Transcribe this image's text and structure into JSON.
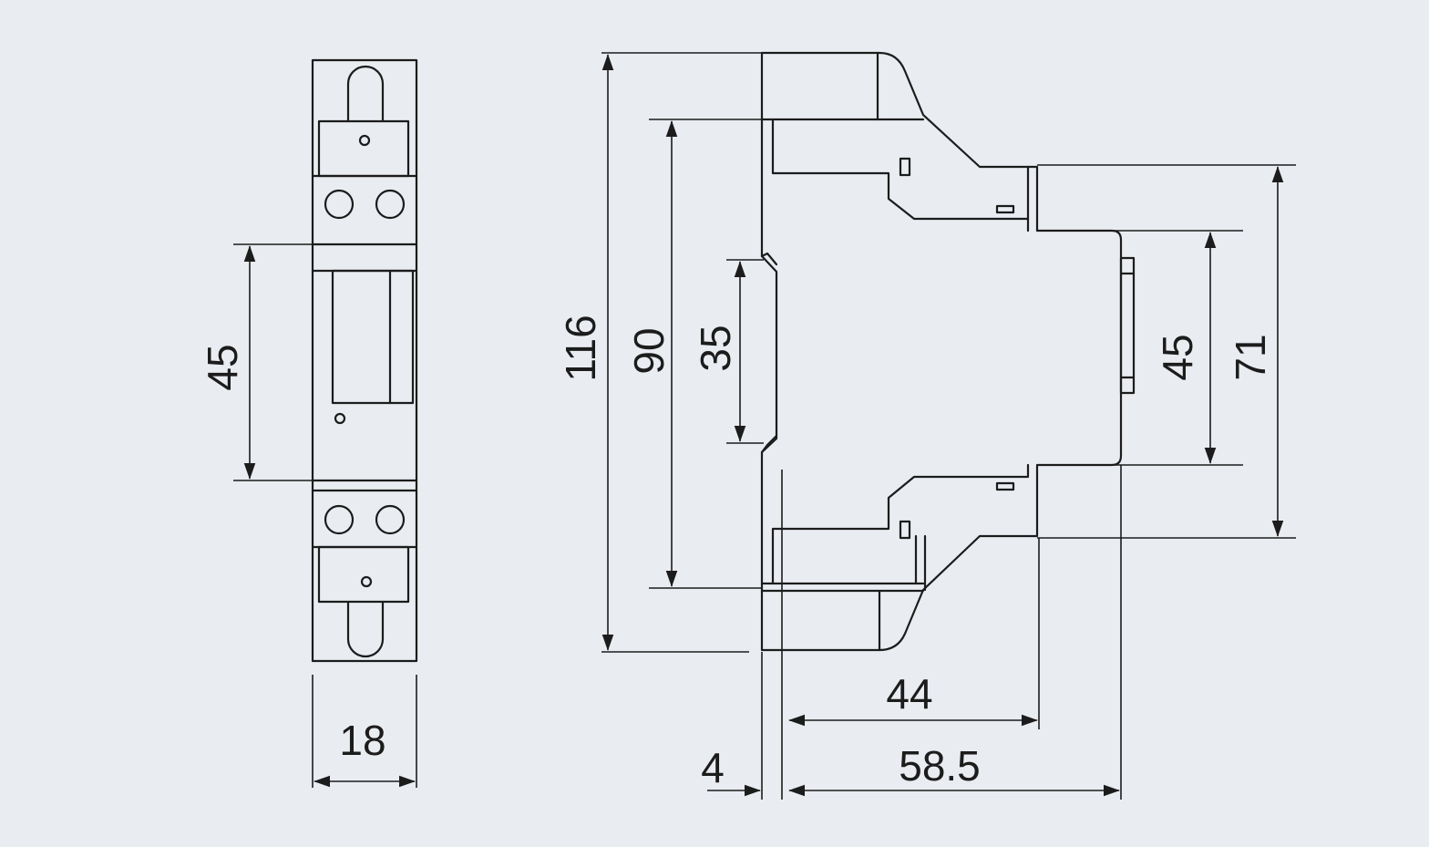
{
  "front_view": {
    "dim_height": "45",
    "dim_width": "18"
  },
  "side_view": {
    "dim_total_height": "116",
    "dim_body_height": "90",
    "dim_rail": "35",
    "dim_front_height": "45",
    "dim_mid_height": "71",
    "dim_depth_mid": "44",
    "dim_depth_total": "58.5",
    "dim_rail_offset": "4"
  },
  "colors": {
    "background": "#e9ecf1",
    "line": "#1c1c1c"
  }
}
